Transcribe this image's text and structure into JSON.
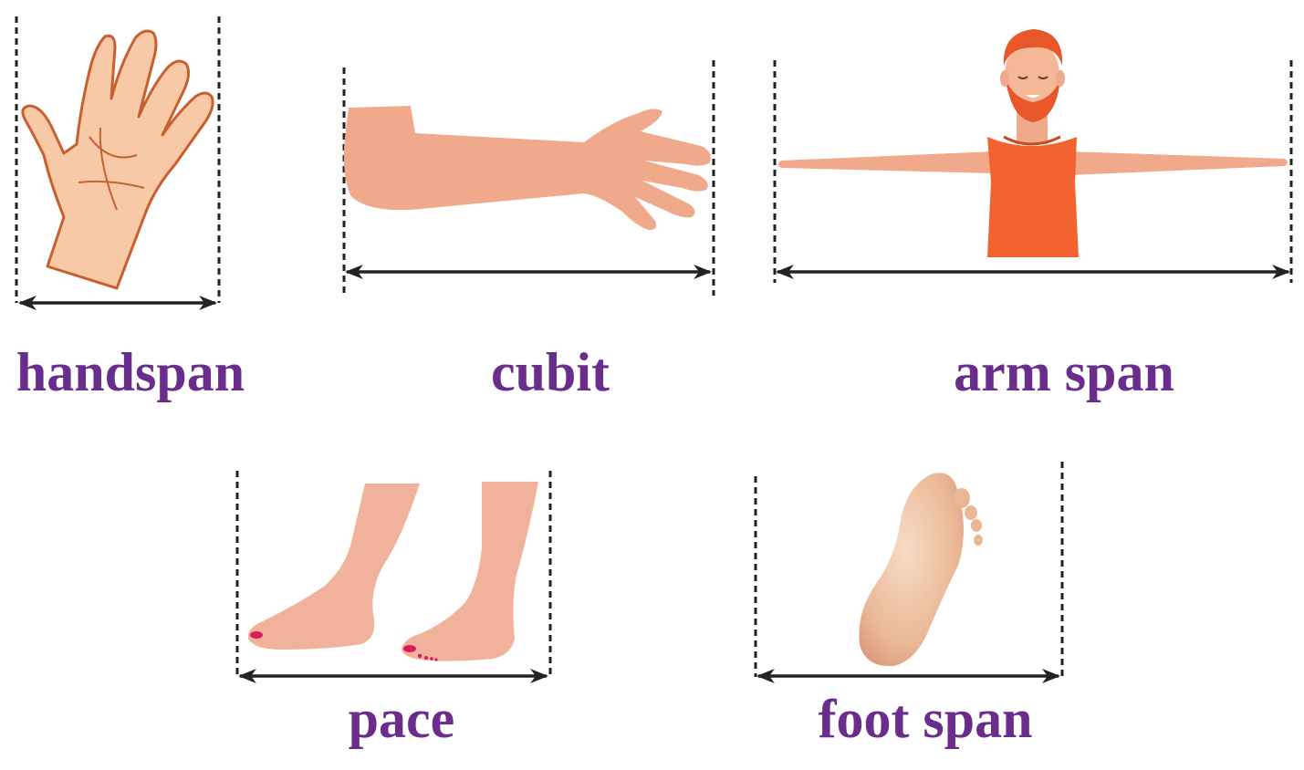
{
  "labels": {
    "handspan": "handspan",
    "cubit": "cubit",
    "arm_span": "arm span",
    "pace": "pace",
    "foot_span": "foot span"
  },
  "icons": {
    "handspan": "open-hand-icon",
    "cubit": "forearm-icon",
    "arm_span": "person-outstretched-arms-icon",
    "pace": "walking-feet-icon",
    "foot_span": "foot-sole-icon",
    "measure": "double-arrow-icon"
  },
  "colors": {
    "label": "#6a2d8c",
    "skin": "#f0a98a",
    "skin_light": "#f7c9a6",
    "skin_outline": "#c7602e",
    "shirt": "#f26330",
    "hair": "#e8572a",
    "nail": "#d81b60",
    "arrow": "#222222"
  }
}
